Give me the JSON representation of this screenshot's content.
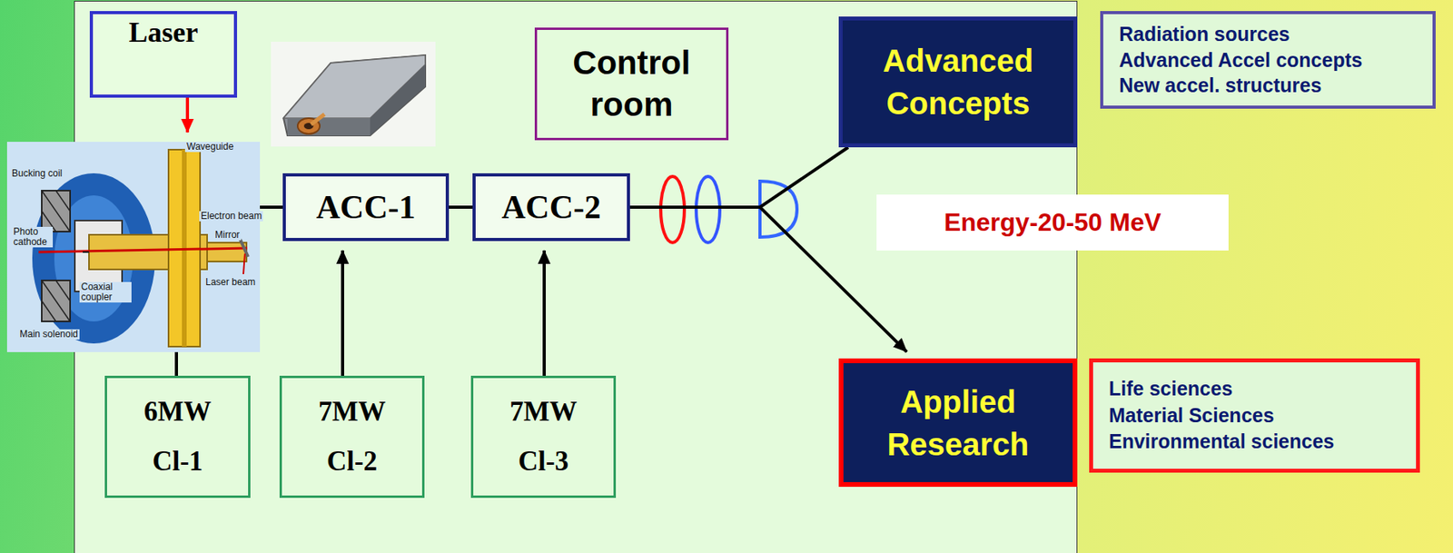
{
  "diagram": {
    "nodes": [
      {
        "text": [
          "Laser"
        ]
      },
      {
        "text": [
          "Control room"
        ]
      },
      {
        "text": [
          "Advanced Concepts"
        ]
      },
      {
        "text": [
          "Radiation sources",
          "Advanced Accel concepts",
          "New accel. structures"
        ]
      },
      {
        "text": [
          "Waveguide",
          "Bucking coil",
          "Photo cathode",
          "Coaxial coupler",
          "Main solenoid",
          "Electron beam",
          "Mirror",
          "Laser beam"
        ]
      },
      {
        "text": [
          "ACC-1"
        ]
      },
      {
        "text": [
          "ACC-2"
        ]
      },
      {
        "text": [
          "Energy-20-50 MeV"
        ]
      },
      {
        "text": [
          "Applied Research"
        ]
      },
      {
        "text": [
          "Life sciences",
          "Material Sciences",
          "Environmental sciences"
        ]
      },
      {
        "text": [
          "6MW",
          "Cl-1"
        ]
      },
      {
        "text": [
          "7MW",
          "Cl-2"
        ]
      },
      {
        "text": [
          "7MW",
          "Cl-3"
        ]
      }
    ],
    "edges": [
      {
        "from": 0,
        "to": 4,
        "arrow": "to"
      },
      {
        "from": 4,
        "to": 5,
        "arrow": "none"
      },
      {
        "from": 5,
        "to": 6,
        "arrow": "none"
      },
      {
        "from": 10,
        "to": 4,
        "arrow": "none"
      },
      {
        "from": 11,
        "to": 5,
        "arrow": "to"
      },
      {
        "from": 12,
        "to": 6,
        "arrow": "to"
      },
      {
        "from": 6,
        "to": 2,
        "arrow": "none"
      },
      {
        "from": 6,
        "to": 8,
        "arrow": "to"
      }
    ]
  }
}
